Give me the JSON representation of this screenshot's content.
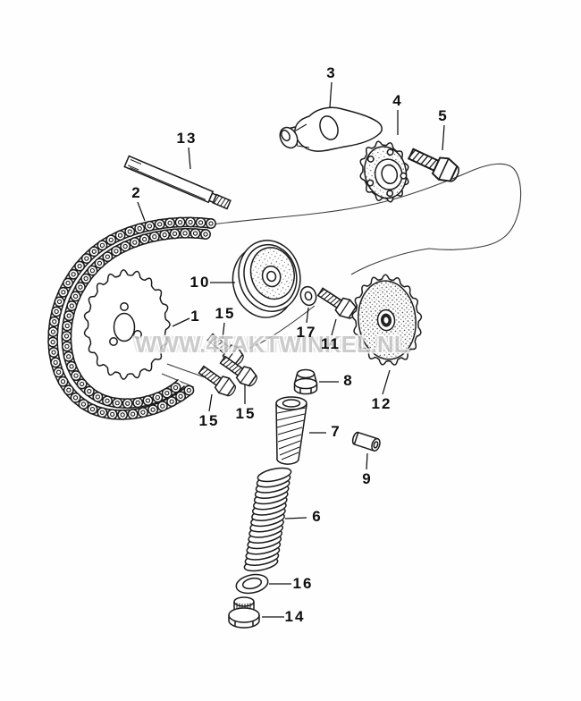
{
  "watermark": {
    "text": "WWW.4TAKTWINKEL.NL"
  },
  "callouts": {
    "c1": "1",
    "c2": "2",
    "c3": "3",
    "c4": "4",
    "c5": "5",
    "c6": "6",
    "c7": "7",
    "c8": "8",
    "c9": "9",
    "c10": "10",
    "c11": "11",
    "c12": "12",
    "c13": "13",
    "c14": "14",
    "c15a": "15",
    "c15b": "15",
    "c15c": "15",
    "c16": "16",
    "c17": "17"
  }
}
